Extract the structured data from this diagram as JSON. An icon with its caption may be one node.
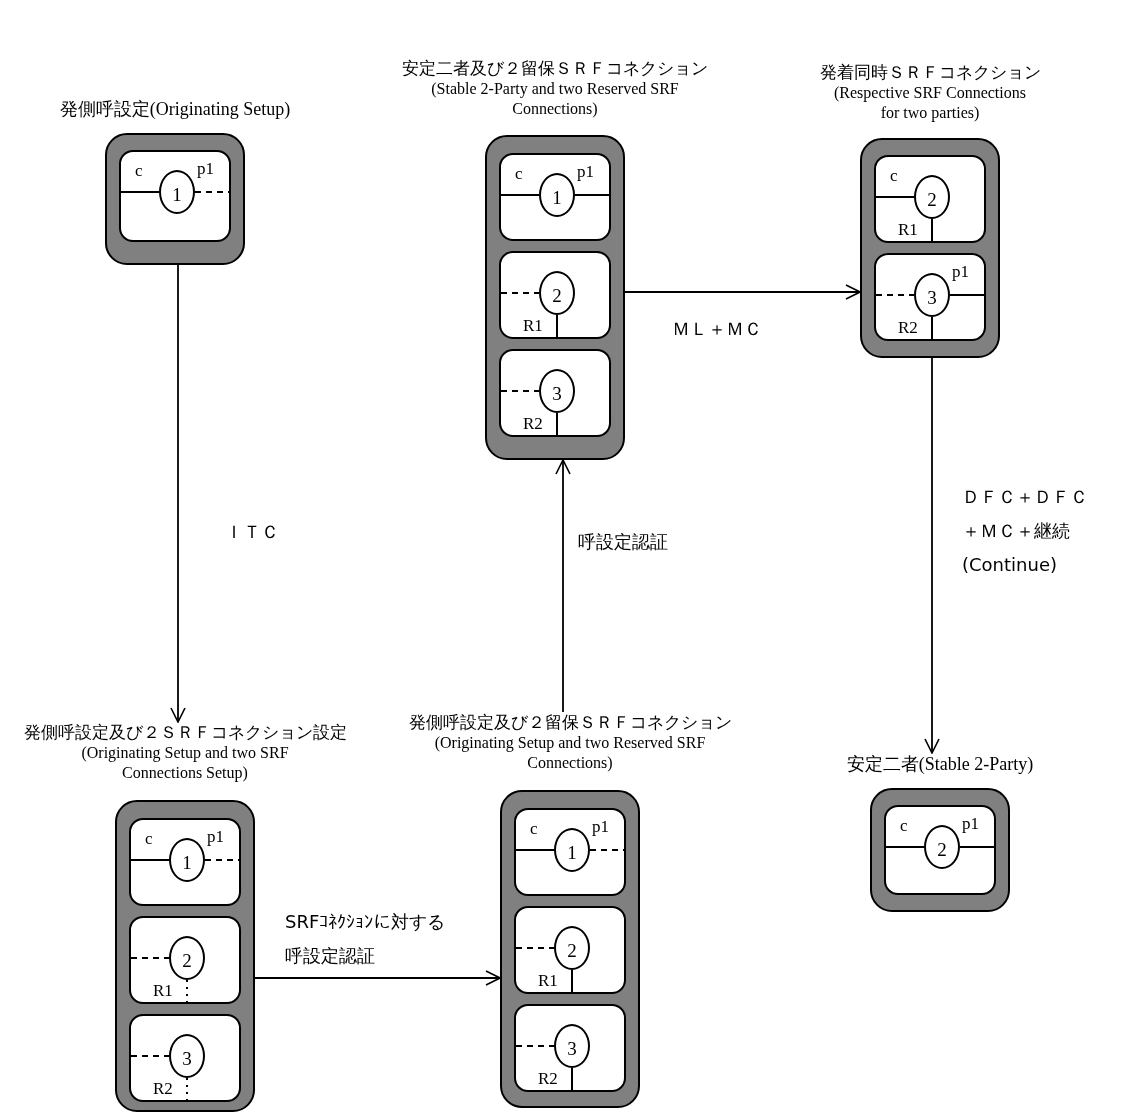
{
  "diagram": {
    "nodes": [
      {
        "text": [
          "発側呼設定(Originating Setup)"
        ]
      },
      {
        "text": [
          "c",
          "p1"
        ],
        "in": 0
      },
      {
        "text": [
          "1"
        ],
        "in": 1
      },
      {
        "text": [
          "安定二者及び２留保ＳＲＦコネクション",
          "(Stable 2-Party and two Reserved SRF Connections)"
        ]
      },
      {
        "text": [
          "c",
          "p1"
        ],
        "in": 3
      },
      {
        "text": [
          "1"
        ],
        "in": 4
      },
      {
        "text": [
          "R1"
        ],
        "in": 3
      },
      {
        "text": [
          "2"
        ],
        "in": 6
      },
      {
        "text": [
          "R2"
        ],
        "in": 3
      },
      {
        "text": [
          "3"
        ],
        "in": 8
      },
      {
        "text": [
          "発着同時ＳＲＦコネクション",
          "(Respective SRF Connections for two parties)"
        ]
      },
      {
        "text": [
          "c",
          "R1"
        ],
        "in": 10
      },
      {
        "text": [
          "2"
        ],
        "in": 11
      },
      {
        "text": [
          "p1",
          "R2"
        ],
        "in": 10
      },
      {
        "text": [
          "3"
        ],
        "in": 13
      },
      {
        "text": [
          "発側呼設定及び２ＳＲＦコネクション設定",
          "(Originating Setup and two SRF Connections Setup)"
        ]
      },
      {
        "text": [
          "c",
          "p1"
        ],
        "in": 15
      },
      {
        "text": [
          "1"
        ],
        "in": 16
      },
      {
        "text": [
          "R1"
        ],
        "in": 15
      },
      {
        "text": [
          "2"
        ],
        "in": 18
      },
      {
        "text": [
          "R2"
        ],
        "in": 15
      },
      {
        "text": [
          "3"
        ],
        "in": 20
      },
      {
        "text": [
          "発側呼設定及び２留保ＳＲＦコネクション",
          "(Originating Setup and two Reserved SRF Connections)"
        ]
      },
      {
        "text": [
          "c",
          "p1"
        ],
        "in": 22
      },
      {
        "text": [
          "1"
        ],
        "in": 23
      },
      {
        "text": [
          "R1"
        ],
        "in": 22
      },
      {
        "text": [
          "2"
        ],
        "in": 25
      },
      {
        "text": [
          "R2"
        ],
        "in": 22
      },
      {
        "text": [
          "3"
        ],
        "in": 27
      },
      {
        "text": [
          "安定二者(Stable 2-Party)"
        ]
      },
      {
        "text": [
          "c",
          "p1"
        ],
        "in": 29
      },
      {
        "text": [
          "2"
        ],
        "in": 30
      }
    ],
    "edges": [
      {
        "from": 0,
        "to": 15,
        "arrow": "to",
        "label": "ＩＴＣ"
      },
      {
        "from": 15,
        "to": 22,
        "arrow": "to",
        "label": "SRFｺﾈｸｼｮﾝに対する呼設定認証"
      },
      {
        "from": 22,
        "to": 3,
        "arrow": "to",
        "label": "呼設定認証"
      },
      {
        "from": 3,
        "to": 10,
        "arrow": "to",
        "label": "ＭＬ＋ＭＣ"
      },
      {
        "from": 10,
        "to": 29,
        "arrow": "to",
        "label": "ＤＦＣ＋ＤＦＣ＋ＭＣ＋継続(Continue)"
      }
    ]
  }
}
